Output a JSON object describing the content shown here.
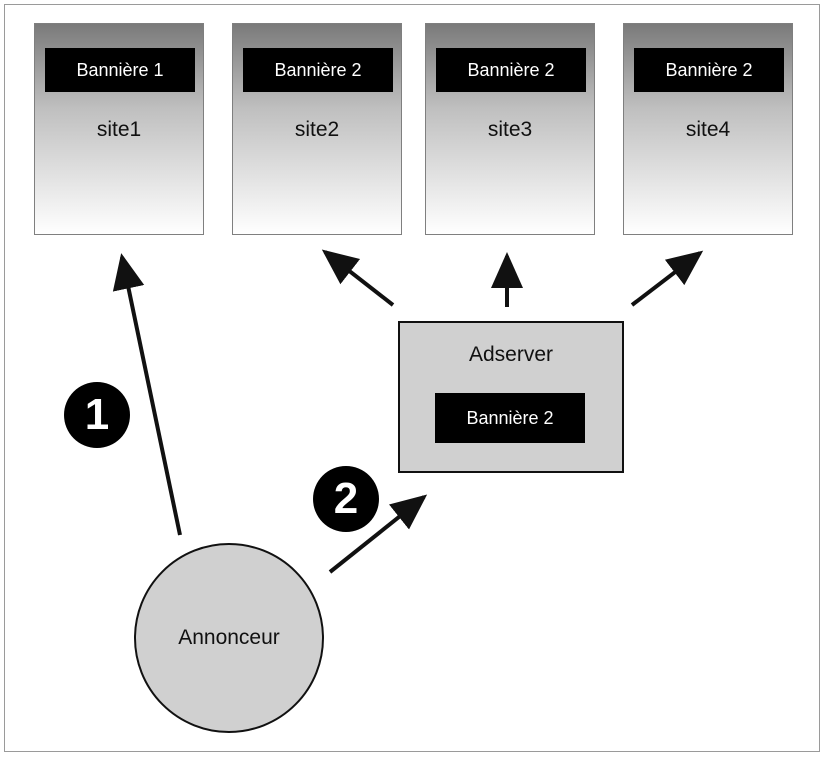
{
  "sites": [
    {
      "banner": "Bannière 1",
      "name": "site1"
    },
    {
      "banner": "Bannière 2",
      "name": "site2"
    },
    {
      "banner": "Bannière 2",
      "name": "site3"
    },
    {
      "banner": "Bannière 2",
      "name": "site4"
    }
  ],
  "adserver": {
    "title": "Adserver",
    "banner": "Bannière 2"
  },
  "annonceur": {
    "label": "Annonceur"
  },
  "steps": [
    "1",
    "2"
  ],
  "colors": {
    "box_fill": "#d0d0d0",
    "banner_fill": "#000000",
    "arrow": "#111111"
  }
}
